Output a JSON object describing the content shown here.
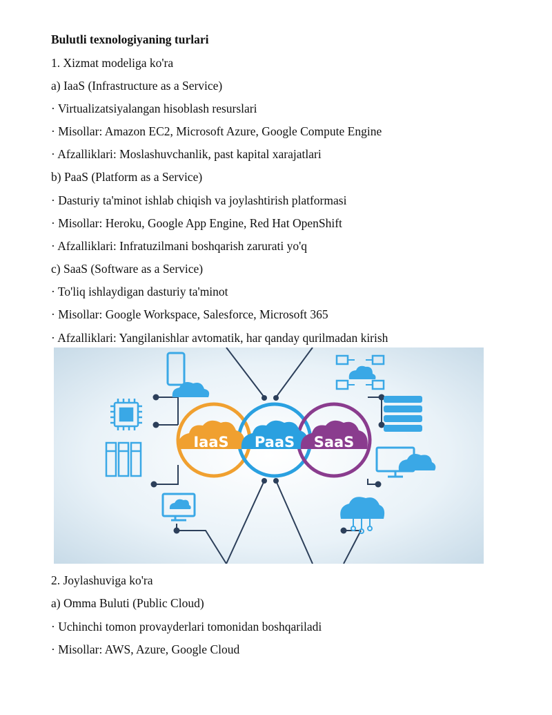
{
  "document": {
    "title": "Bulutli texnologiyaning turlari",
    "section1": {
      "heading": "1. Xizmat modeliga ko'ra",
      "iaas": {
        "heading": "a) IaaS (Infrastructure as a Service)",
        "bullets": [
          "· Virtualizatsiyalangan hisoblash resurslari",
          "· Misollar: Amazon EC2, Microsoft Azure, Google Compute Engine",
          "· Afzalliklari: Moslashuvchanlik, past kapital xarajatlari"
        ]
      },
      "paas": {
        "heading": "b) PaaS (Platform as a Service)",
        "bullets": [
          "· Dasturiy ta'minot ishlab chiqish va joylashtirish platformasi",
          "· Misollar: Heroku, Google App Engine, Red Hat OpenShift",
          "· Afzalliklari: Infratuzilmani boshqarish zarurati yo'q"
        ]
      },
      "saas": {
        "heading": "c) SaaS (Software as a Service)",
        "bullets": [
          "· To'liq ishlaydigan dasturiy ta'minot",
          "· Misollar: Google Workspace, Salesforce, Microsoft 365",
          "· Afzalliklari: Yangilanishlar avtomatik, har qanday qurilmadan kirish"
        ]
      }
    },
    "figure": {
      "badges": [
        "IaaS",
        "PaaS",
        "SaaS"
      ],
      "colors": {
        "iaas": "#f0a030",
        "paas": "#2aa0e0",
        "saas": "#8a3c8e",
        "icon": "#3aa8e6",
        "dark": "#2c3f5a"
      }
    },
    "section2": {
      "heading": "2. Joylashuviga ko'ra",
      "public": {
        "heading": "a) Omma Buluti (Public Cloud)",
        "bullets": [
          "· Uchinchi tomon provayderlari tomonidan boshqariladi",
          "· Misollar: AWS, Azure, Google Cloud"
        ]
      }
    }
  }
}
